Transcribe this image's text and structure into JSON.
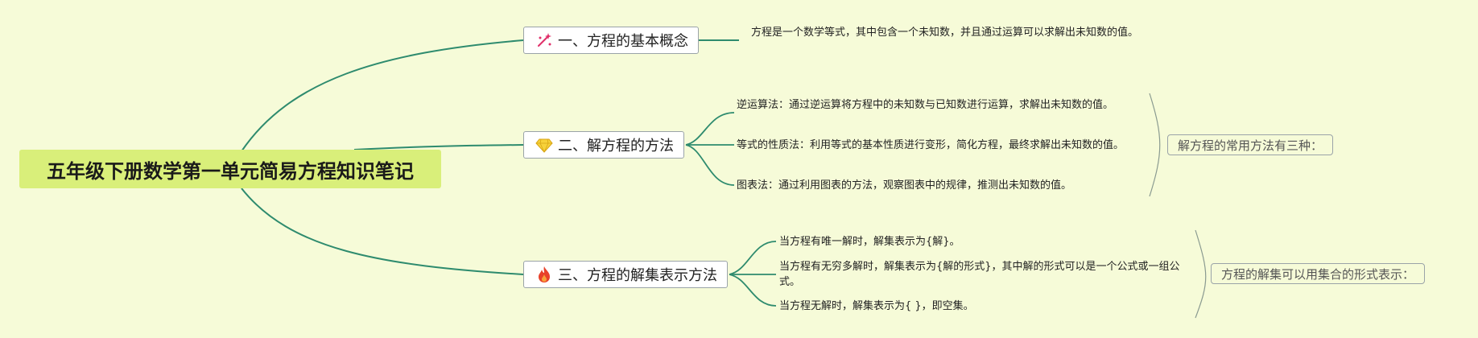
{
  "root": {
    "title": "五年级下册数学第一单元简易方程知识笔记"
  },
  "branches": [
    {
      "icon": "sparkle-icon",
      "label": "一、方程的基本概念",
      "leaves": [
        "方程是一个数学等式，其中包含一个未知数，并且通过运算可以求解出未知数的值。"
      ]
    },
    {
      "icon": "gem-icon",
      "label": "二、解方程的方法",
      "leaves": [
        "逆运算法：通过逆运算将方程中的未知数与已知数进行运算，求解出未知数的值。",
        "等式的性质法：利用等式的基本性质进行变形，简化方程，最终求解出未知数的值。",
        "图表法：通过利用图表的方法，观察图表中的规律，推测出未知数的值。"
      ],
      "summary": "解方程的常用方法有三种："
    },
    {
      "icon": "fire-icon",
      "label": "三、方程的解集表示方法",
      "leaves": [
        "当方程有唯一解时，解集表示为{解}。",
        "当方程有无穷多解时，解集表示为{解的形式}，其中解的形式可以是一个公式或一组公式。",
        "当方程无解时，解集表示为{ }，即空集。"
      ],
      "summary": "方程的解集可以用集合的形式表示："
    }
  ],
  "colors": {
    "background": "#f6fbd8",
    "root_fill": "#d9ef7a",
    "connector": "#2e8b6e",
    "bracket": "#8a9a90"
  }
}
